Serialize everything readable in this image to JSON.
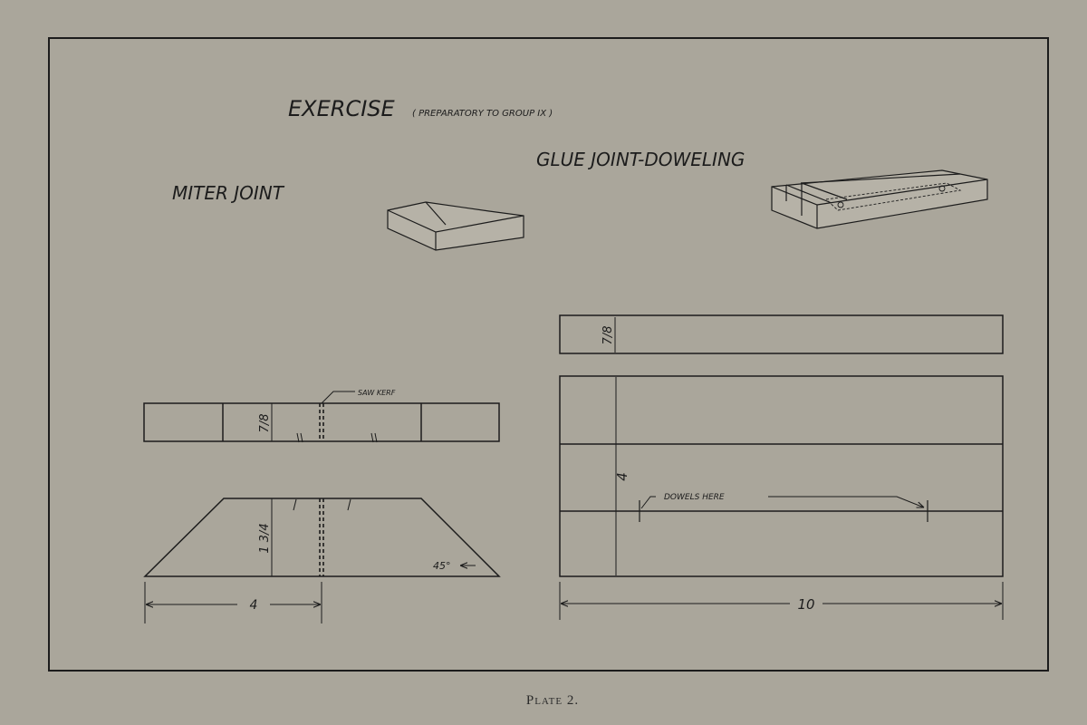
{
  "title": "EXERCISE",
  "title_note": "( PREPARATORY TO GROUP IX )",
  "miter_joint": {
    "label": "MITER JOINT",
    "saw_kerf_label": "SAW KERF",
    "thickness": "7/8",
    "width": "1 3/4",
    "length": "4",
    "angle": "45°"
  },
  "glue_joint": {
    "label": "GLUE JOINT-DOWELING",
    "thickness": "7/8",
    "width": "4",
    "length": "10",
    "dowels_label": "DOWELS HERE"
  },
  "caption": "Plate 2."
}
